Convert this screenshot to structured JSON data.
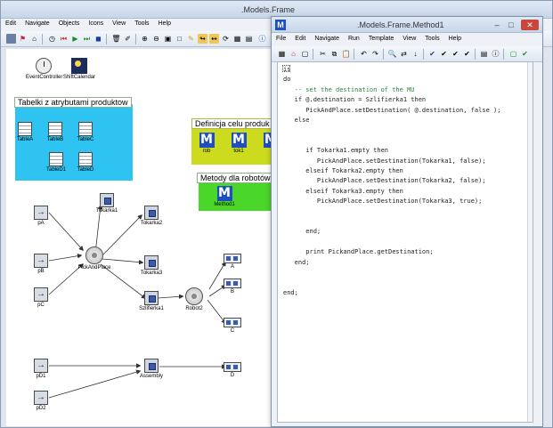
{
  "main_window": {
    "title": ".Models.Frame",
    "menu": [
      "Edit",
      "Navigate",
      "Objects",
      "Icons",
      "View",
      "Tools",
      "Help"
    ]
  },
  "frame": {
    "event_controller": "EventController",
    "shift_calendar": "ShiftCalendar",
    "tables_box_title": "Tabelki z atrybutami produktow",
    "tables": [
      "TableA",
      "TableB",
      "TableC",
      "TableD1",
      "TableD"
    ],
    "destinations_box_title": "Definicja celu produk",
    "destination_methods": [
      "rob",
      "tok1",
      ""
    ],
    "robot_methods_box_title": "Metody dla robotów",
    "robot_method": "Method1",
    "sources": [
      "pA",
      "pB",
      "pC",
      "pD1",
      "pD2"
    ],
    "pick_and_place": "PickAndPlace",
    "lathes": [
      "Tokarka1",
      "Tokarka2",
      "Tokarka3"
    ],
    "grinder": "Szlifierka1",
    "robot": "Robot2",
    "buffers": [
      "A",
      "B",
      "C",
      "D"
    ],
    "assembly": "Assembly"
  },
  "editor": {
    "title": ".Models.Frame.Method1",
    "menu": [
      "File",
      "Edit",
      "Navigate",
      "Run",
      "Template",
      "View",
      "Tools",
      "Help"
    ],
    "code": [
      {
        "text": "is",
        "type": "code"
      },
      {
        "text": "do",
        "type": "code"
      },
      {
        "text": "   -- set the destination of the MU",
        "type": "comment"
      },
      {
        "text": "   if @.destination = Szlifierka1 then",
        "type": "code"
      },
      {
        "text": "      PickAndPlace.setDestination( @.destination, false );",
        "type": "code"
      },
      {
        "text": "   else",
        "type": "code"
      },
      {
        "text": "",
        "type": "code"
      },
      {
        "text": "",
        "type": "code"
      },
      {
        "text": "      if Tokarka1.empty then",
        "type": "code"
      },
      {
        "text": "         PickAndPlace.setDestination(Tokarka1, false);",
        "type": "code"
      },
      {
        "text": "      elseif Tokarka2.empty then",
        "type": "code"
      },
      {
        "text": "         PickAndPlace.setDestination(Tokarka2, false);",
        "type": "code"
      },
      {
        "text": "      elseif Tokarka3.empty then",
        "type": "code"
      },
      {
        "text": "         PickAndPlace.setDestination(Tokarka3, true);",
        "type": "code"
      },
      {
        "text": "",
        "type": "code"
      },
      {
        "text": "",
        "type": "code"
      },
      {
        "text": "      end;",
        "type": "code"
      },
      {
        "text": "",
        "type": "code"
      },
      {
        "text": "      print PickandPlace.getDestination;",
        "type": "code"
      },
      {
        "text": "   end;",
        "type": "code"
      },
      {
        "text": "",
        "type": "code"
      },
      {
        "text": "",
        "type": "code"
      },
      {
        "text": "end;",
        "type": "code"
      }
    ]
  },
  "colors": {
    "tables_box": "#2ec3f0",
    "destinations_box": "#ccdb1e",
    "robot_methods_box": "#4bd62a",
    "comment": "#2b8a3e",
    "method_icon": "#1e4fc2"
  }
}
